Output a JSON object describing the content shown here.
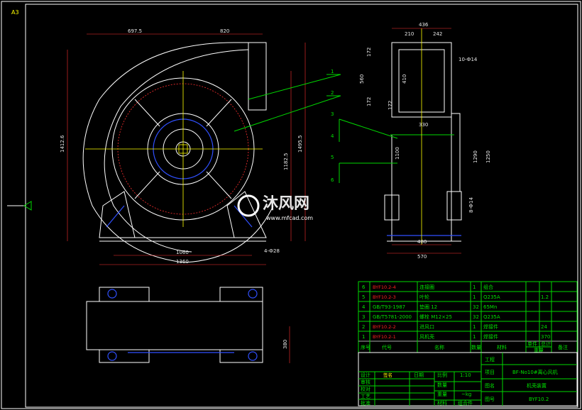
{
  "sheet": {
    "size_label": "A3"
  },
  "watermark": {
    "brand": "沐风网",
    "url": "www.mfcad.com"
  },
  "front_view": {
    "dims": [
      "697.5",
      "820",
      "1412.6",
      "1495.5",
      "1182.5",
      "1060",
      "1360",
      "4-Ф28"
    ]
  },
  "side_view": {
    "dims": [
      "436",
      "210",
      "242",
      "172",
      "560",
      "410",
      "172",
      "172",
      "10-Ф14",
      "330",
      "1290",
      "1250",
      "480",
      "570",
      "8-Ф14",
      "1100"
    ]
  },
  "plan_view": {
    "dims": [
      "380"
    ]
  },
  "callouts": [
    "1",
    "2",
    "3",
    "4",
    "5",
    "6"
  ],
  "parts_list": {
    "headers": [
      "序号",
      "代号",
      "名称",
      "数量",
      "材料",
      "单件",
      "总计",
      "重量",
      "备注"
    ],
    "rows": [
      {
        "no": "6",
        "code": "BYF10.2-4",
        "name": "连接圈",
        "qty": "1",
        "material": "组合",
        "weight": ""
      },
      {
        "no": "5",
        "code": "BYF10.2-3",
        "name": "叶轮",
        "qty": "1",
        "material": "Q235A",
        "weight": "1.2"
      },
      {
        "no": "4",
        "code": "GB/T93-1987",
        "name": "垫圈 12",
        "qty": "32",
        "material": "65Mn",
        "weight": ""
      },
      {
        "no": "3",
        "code": "GB/T5781-2000",
        "name": "螺栓 M12×25",
        "qty": "32",
        "material": "Q235A",
        "weight": ""
      },
      {
        "no": "2",
        "code": "BYF10.2-2",
        "name": "进风口",
        "qty": "1",
        "material": "焊接件",
        "weight": "24"
      },
      {
        "no": "1",
        "code": "BYF10.2-1",
        "name": "风机壳",
        "qty": "1",
        "material": "焊接件",
        "weight": "370"
      }
    ]
  },
  "title_block": {
    "project_label": "工程",
    "project": "",
    "item_label": "项目",
    "item": "BF-No10#离心风机",
    "drawing_name_label": "图名",
    "drawing_name": "机壳装置",
    "drawing_no_label": "图号",
    "drawing_no": "BYF10.2",
    "design_label": "设计",
    "designer": "签名",
    "date": "日期",
    "check_label": "审核",
    "proof_label": "校对",
    "process_label": "工艺",
    "approve_label": "批准",
    "scale_label": "比例",
    "scale": "1:10",
    "qty_label": "数量",
    "qty": "",
    "weight_label": "重量",
    "weight": "~kg",
    "material_label": "材料",
    "material": "组合件"
  }
}
